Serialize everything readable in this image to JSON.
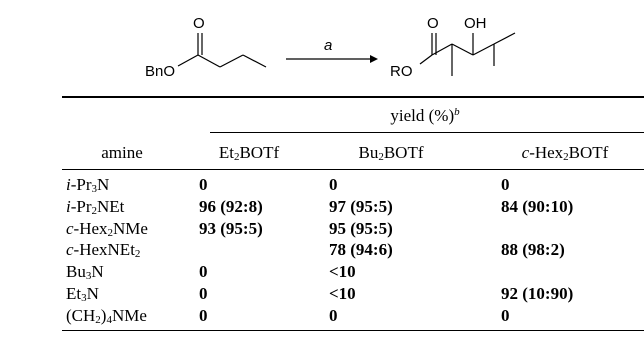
{
  "scheme": {
    "reactant_label": "BnO",
    "carbonyl_o": "O",
    "arrow_label": "a",
    "product_r": "RO",
    "product_o": "O",
    "product_oh": "OH"
  },
  "table": {
    "yield_header": "yield (%)",
    "yield_footnote": "b",
    "amine_header": "amine",
    "reagents": [
      {
        "text": "Et",
        "sub": "2",
        "rest": "BOTf"
      },
      {
        "text": "Bu",
        "sub": "2",
        "rest": "BOTf"
      },
      {
        "prefix": "c",
        "text": "-Hex",
        "sub": "2",
        "rest": "BOTf"
      }
    ],
    "rows": [
      {
        "amine": {
          "prefix": "i",
          "text": "-Pr",
          "sub": "3",
          "rest": "N"
        },
        "values": [
          "0",
          "0",
          "0"
        ]
      },
      {
        "amine": {
          "prefix": "i",
          "text": "-Pr",
          "sub": "2",
          "rest": "NEt"
        },
        "values": [
          "96 (92:8)",
          "97 (95:5)",
          "84 (90:10)"
        ]
      },
      {
        "amine": {
          "prefix": "c",
          "text": "-Hex",
          "sub": "2",
          "rest": "NMe"
        },
        "values": [
          "93 (95:5)",
          "95 (95:5)",
          ""
        ]
      },
      {
        "amine": {
          "prefix": "c",
          "text": "-HexNEt",
          "sub": "2",
          "rest": ""
        },
        "values": [
          "",
          "78 (94:6)",
          "88 (98:2)"
        ]
      },
      {
        "amine": {
          "prefix": "",
          "text": "Bu",
          "sub": "3",
          "rest": "N"
        },
        "values": [
          "0",
          "<10",
          ""
        ]
      },
      {
        "amine": {
          "prefix": "",
          "text": "Et",
          "sub": "3",
          "rest": "N"
        },
        "values": [
          "0",
          "<10",
          "92 (10:90)"
        ]
      },
      {
        "amine": {
          "prefix": "",
          "text": "(CH",
          "sub": "2",
          "rest": ")",
          "sub2": "4",
          "rest2": "NMe"
        },
        "values": [
          "0",
          "0",
          "0"
        ]
      }
    ]
  }
}
